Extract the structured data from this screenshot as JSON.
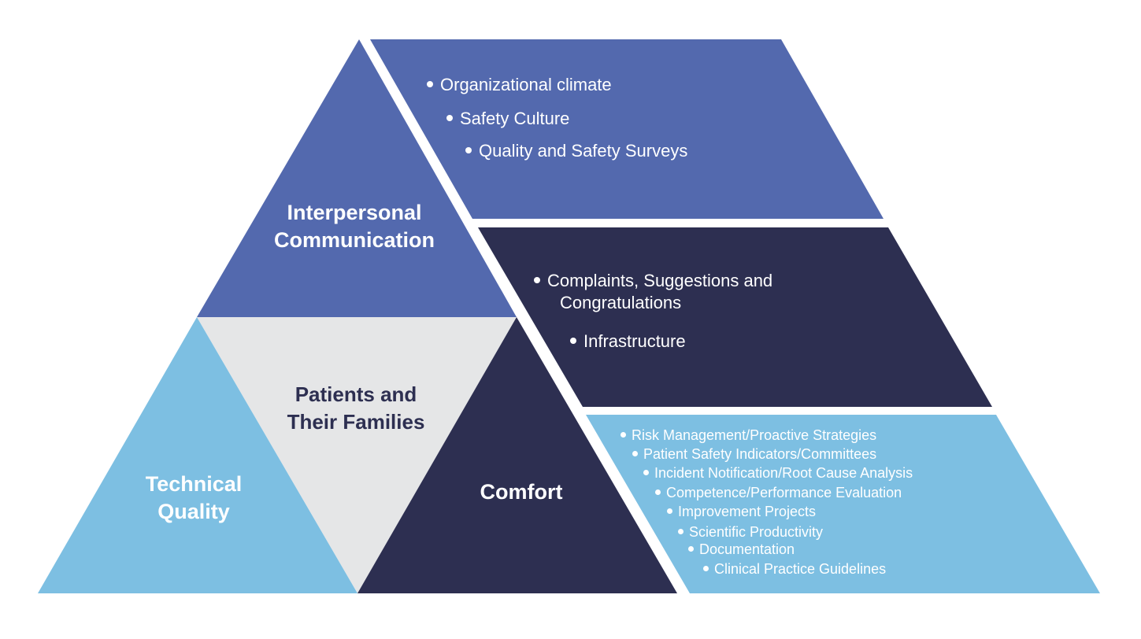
{
  "colors": {
    "medium_blue": "#5369ae",
    "navy": "#2d2f51",
    "light_blue": "#7dbfe2",
    "light_gray": "#e5e6e7",
    "text_white": "#ffffff"
  },
  "triangles": {
    "interpersonal": [
      "Interpersonal",
      "Communication"
    ],
    "patients": [
      "Patients and",
      "Their Families"
    ],
    "technical": [
      "Technical",
      "Quality"
    ],
    "comfort": [
      "Comfort"
    ]
  },
  "panels": {
    "top": {
      "items": [
        "Organizational climate",
        "Safety Culture",
        "Quality and Safety Surveys"
      ]
    },
    "middle": {
      "items": [
        {
          "line1": "Complaints, Suggestions and",
          "line2": "Congratulations"
        },
        {
          "line1": "Infrastructure"
        }
      ]
    },
    "bottom": {
      "items": [
        "Risk Management/Proactive Strategies",
        "Patient Safety Indicators/Committees",
        "Incident Notification/Root Cause Analysis",
        "Competence/Performance Evaluation",
        "Improvement Projects",
        "Scientific Productivity",
        "Documentation",
        "Clinical Practice Guidelines"
      ]
    }
  }
}
